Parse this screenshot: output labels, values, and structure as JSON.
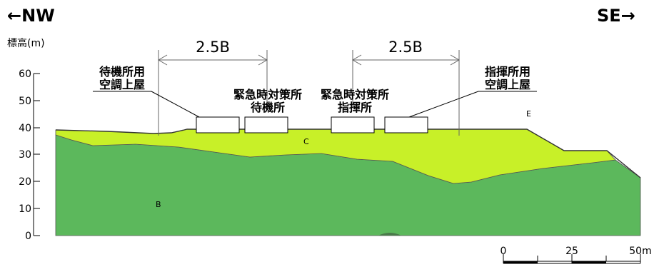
{
  "directions": {
    "left": "←NW",
    "right": "SE→"
  },
  "axis": {
    "ylabel": "標高(m)",
    "yticks": [
      "0",
      "10",
      "20",
      "30",
      "40",
      "50",
      "60"
    ]
  },
  "dimensions": {
    "left": "2.5B",
    "right": "2.5B"
  },
  "buildings": {
    "standby_aircon_line1": "待機所用",
    "standby_aircon_line2": "空調上屋",
    "emergency_standby_line1": "緊急時対策所",
    "emergency_standby_line2": "待機所",
    "emergency_command_line1": "緊急時対策所",
    "emergency_command_line2": "指揮所",
    "command_aircon_line1": "指揮所用",
    "command_aircon_line2": "空調上屋"
  },
  "layers": {
    "B": "B",
    "C": "C",
    "E": "E"
  },
  "scale_bar": {
    "t0": "0",
    "t25": "25",
    "t50": "50m"
  },
  "colors": {
    "layer_b": "#5cb85c",
    "layer_c": "#c8f028",
    "building_fill": "#ffffff",
    "line": "#000000"
  }
}
